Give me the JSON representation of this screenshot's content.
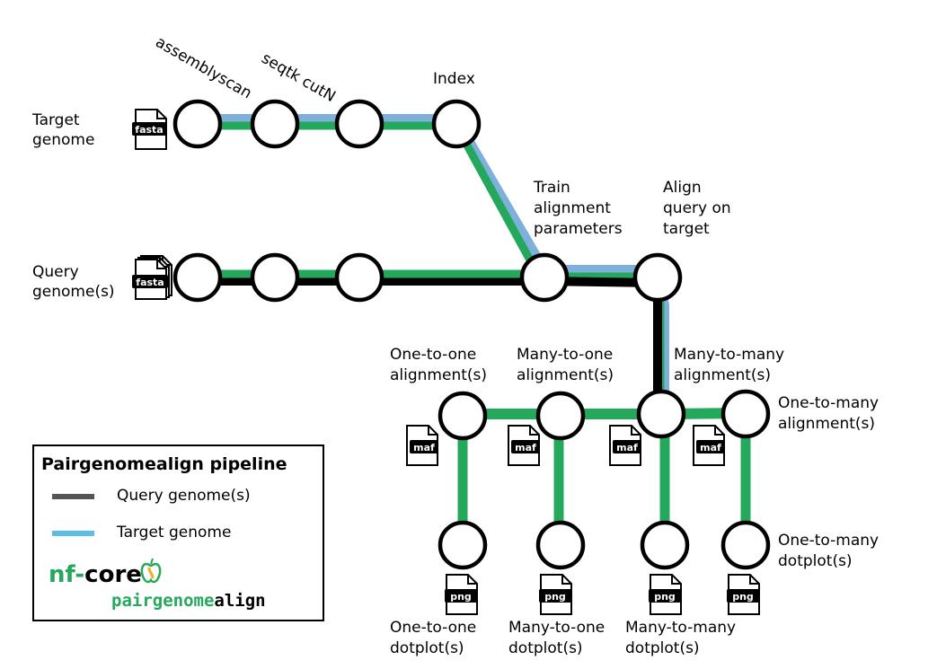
{
  "inputs": {
    "target_lines": [
      "Target",
      "genome"
    ],
    "query_lines": [
      "Query",
      "genome(s)"
    ]
  },
  "steps": {
    "assemblyscan": "assemblyscan",
    "seqtk": "seqtk cutN",
    "index": "Index",
    "train_lines": [
      "Train",
      "alignment",
      "parameters"
    ],
    "align_lines": [
      "Align",
      "query on",
      "target"
    ]
  },
  "alignments": {
    "one_to_one_lines": [
      "One-to-one",
      "alignment(s)"
    ],
    "many_to_one_lines": [
      "Many-to-one",
      "alignment(s)"
    ],
    "many_to_many_lines": [
      "Many-to-many",
      "alignment(s)"
    ],
    "one_to_many_lines": [
      "One-to-many",
      "alignment(s)"
    ]
  },
  "dotplots": {
    "one_to_one_lines": [
      "One-to-one",
      "dotplot(s)"
    ],
    "many_to_one_lines": [
      "Many-to-one",
      "dotplot(s)"
    ],
    "many_to_many_lines": [
      "Many-to-many",
      "dotplot(s)"
    ],
    "one_to_many_lines": [
      "One-to-many",
      "dotplot(s)"
    ]
  },
  "files": {
    "fasta": "fasta",
    "maf": "maf",
    "png": "png"
  },
  "legend": {
    "title": "Pairgenomealign pipeline",
    "query": "Query genome(s)",
    "target": "Target genome"
  },
  "logo": {
    "nf": "nf",
    "dash": "-",
    "core": "core",
    "pair": "pairgenome",
    "align": "align"
  },
  "colors": {
    "green": "#24a85c",
    "blue": "#7fb0dc",
    "black": "#000000",
    "legend_query": "#555555",
    "legend_target": "#5bbde8"
  }
}
